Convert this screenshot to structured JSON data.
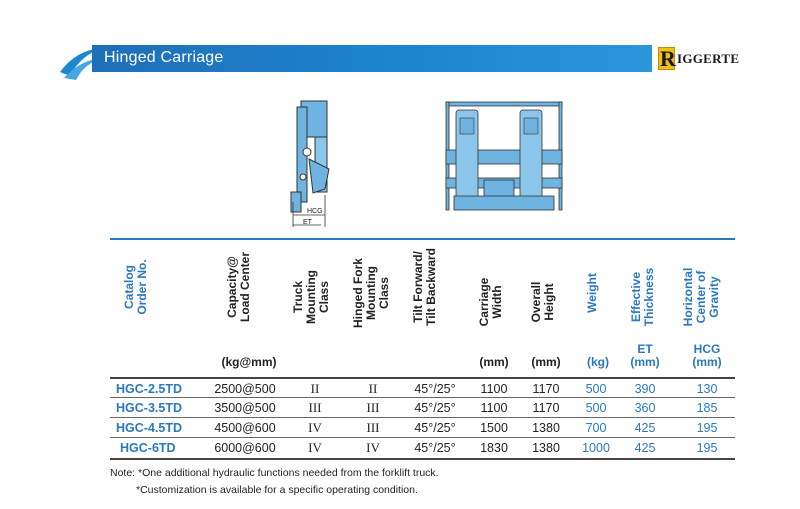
{
  "header": {
    "title": "Hinged Carriage",
    "logo_initial": "R",
    "logo_rest": "IGGERTE"
  },
  "drawing_labels": {
    "hcg": "HCG",
    "et": "ET"
  },
  "table": {
    "columns": [
      {
        "label": "Catalog Order No.",
        "unit": ""
      },
      {
        "label": "Capacity@ Load Center",
        "unit": "(kg@mm)"
      },
      {
        "label": "Truck Mounting Class",
        "unit": ""
      },
      {
        "label": "Hinged Fork Mounting Class",
        "unit": ""
      },
      {
        "label": "Tilt Forward/ Tilt Backward",
        "unit": ""
      },
      {
        "label": "Carriage Width",
        "unit": "(mm)"
      },
      {
        "label": "Overall Height",
        "unit": "(mm)"
      },
      {
        "label": "Weight",
        "unit": "(kg)"
      },
      {
        "label": "Effective Thickness",
        "unit": "ET (mm)"
      },
      {
        "label": "Horizontal Center of Gravity",
        "unit": "HCG (mm)"
      }
    ],
    "header_lines": {
      "c0": [
        "Catalog",
        "Order No."
      ],
      "c1": [
        "Capacity@",
        "Load Center"
      ],
      "c2": [
        "Truck",
        "Mounting",
        "Class"
      ],
      "c3": [
        "Hinged Fork",
        "Mounting",
        "Class"
      ],
      "c4": [
        "Tilt Forward/",
        "Tilt Backward"
      ],
      "c5": [
        "Carriage",
        "Width"
      ],
      "c6": [
        "Overall",
        "Height"
      ],
      "c7": [
        "Weight"
      ],
      "c8": [
        "Effective",
        "Thickness"
      ],
      "c9": [
        "Horizontal",
        "Center of",
        "Gravity"
      ]
    },
    "units": {
      "c1": "(kg@mm)",
      "c5": "(mm)",
      "c6": "(mm)",
      "c7": "(kg)",
      "c8a": "ET",
      "c8b": "(mm)",
      "c9a": "HCG",
      "c9b": "(mm)"
    },
    "rows": [
      {
        "model": "HGC-2.5TD",
        "capacity": "2500@500",
        "truck_class": "II",
        "fork_class": "II",
        "tilt": "45°/25°",
        "width": "1100",
        "height": "1170",
        "weight": "500",
        "et": "390",
        "hcg": "130"
      },
      {
        "model": "HGC-3.5TD",
        "capacity": "3500@500",
        "truck_class": "III",
        "fork_class": "III",
        "tilt": "45°/25°",
        "width": "1100",
        "height": "1170",
        "weight": "500",
        "et": "360",
        "hcg": "185"
      },
      {
        "model": "HGC-4.5TD",
        "capacity": "4500@600",
        "truck_class": "IV",
        "fork_class": "III",
        "tilt": "45°/25°",
        "width": "1500",
        "height": "1380",
        "weight": "700",
        "et": "425",
        "hcg": "195"
      },
      {
        "model": "HGC-6TD",
        "capacity": "6000@600",
        "truck_class": "IV",
        "fork_class": "IV",
        "tilt": "45°/25°",
        "width": "1830",
        "height": "1380",
        "weight": "1000",
        "et": "425",
        "hcg": "195"
      }
    ]
  },
  "notes": {
    "line1": "Note: *One additional hydraulic functions needed from the forklift truck.",
    "line2": "*Customization is available for a specific operating condition."
  },
  "colors": {
    "accent_blue": "#2a78c0",
    "banner_blue": "#1d86d1",
    "drawing_fill": "#6fb4e0",
    "logo_yellow": "#f0c017"
  }
}
